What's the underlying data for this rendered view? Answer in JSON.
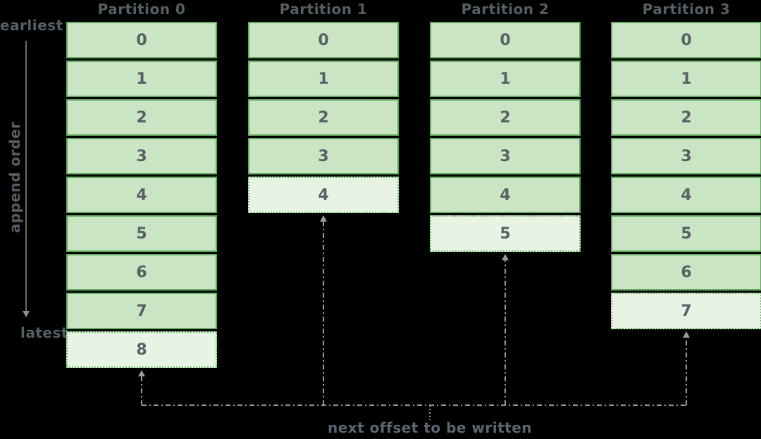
{
  "diagram": {
    "partitions": [
      {
        "title": "Partition 0",
        "offsets": [
          "0",
          "1",
          "2",
          "3",
          "4",
          "5",
          "6",
          "7"
        ],
        "next_offset": "8"
      },
      {
        "title": "Partition 1",
        "offsets": [
          "0",
          "1",
          "2",
          "3"
        ],
        "next_offset": "4"
      },
      {
        "title": "Partition 2",
        "offsets": [
          "0",
          "1",
          "2",
          "3",
          "4"
        ],
        "next_offset": "5"
      },
      {
        "title": "Partition 3",
        "offsets": [
          "0",
          "1",
          "2",
          "3",
          "4",
          "5",
          "6"
        ],
        "next_offset": "7"
      }
    ],
    "side_labels": {
      "earliest": "earliest",
      "append_order": "append order",
      "latest": "latest"
    },
    "footer": {
      "next_offset_label": "next offset to be written"
    },
    "colors": {
      "background": "#000000",
      "cell_fill": "#c9e5c4",
      "cell_border": "#64aa5f",
      "next_cell_fill": "#e7f4e4",
      "next_cell_border": "#6db668",
      "text_dark": "#555f66",
      "number_text": "#586066",
      "footer_text": "#5c6670",
      "connector_gray": "#9b9b9b",
      "rail_gray": "#8d8d8d"
    }
  }
}
